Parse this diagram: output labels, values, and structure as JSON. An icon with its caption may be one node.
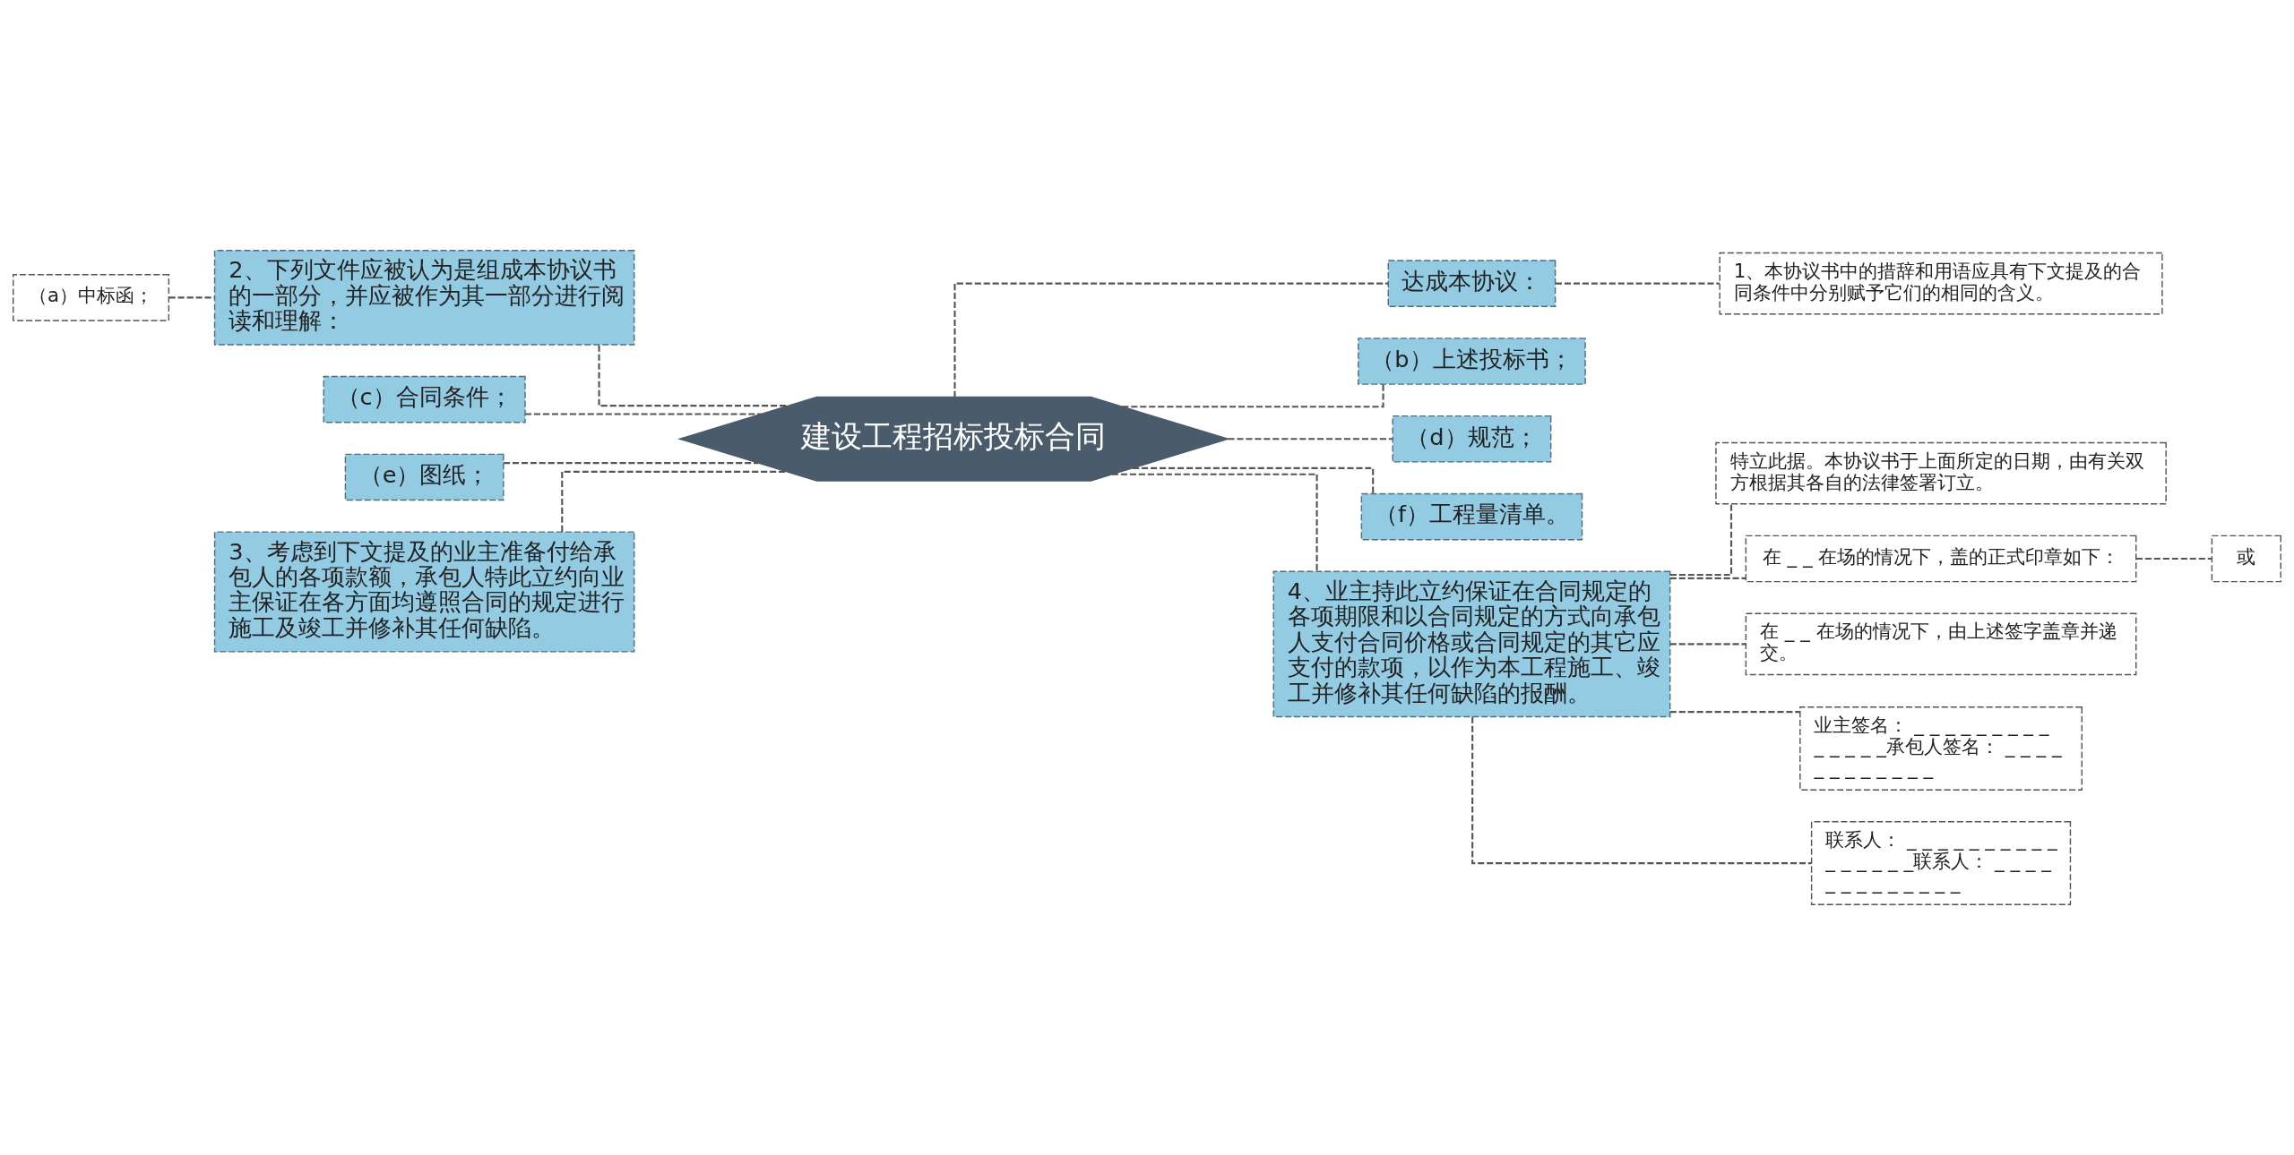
{
  "diagram": {
    "nodes": [
      {
        "text": [
          "建设工程招标投标合同"
        ]
      },
      {
        "text": [
          "2、下列文件应被认为是组成本协议书的一部分，并应被作为其一部分进行阅读和理解："
        ]
      },
      {
        "text": [
          "（a）中标函；"
        ]
      },
      {
        "text": [
          "（c）合同条件；"
        ]
      },
      {
        "text": [
          "（e）图纸；"
        ]
      },
      {
        "text": [
          "3、考虑到下文提及的业主准备付给承包人的各项款额，承包人特此立约向业主保证在各方面均遵照合同的规定进行施工及竣工并修补其任何缺陷。"
        ]
      },
      {
        "text": [
          "达成本协议："
        ]
      },
      {
        "text": [
          "1、本协议书中的措辞和用语应具有下文提及的合同条件中分别赋予它们的相同的含义。"
        ]
      },
      {
        "text": [
          "（b）上述投标书；"
        ]
      },
      {
        "text": [
          "（d）规范；"
        ]
      },
      {
        "text": [
          "（f）工程量清单。"
        ]
      },
      {
        "text": [
          "4、业主持此立约保证在合同规定的各项期限和以合同规定的方式向承包人支付合同价格或合同规定的其它应支付的款项，以作为本工程施工、竣工并修补其任何缺陷的报酬。"
        ]
      },
      {
        "text": [
          "特立此据。本协议书于上面所定的日期，由有关双方根据其各自的法律签署订立。"
        ]
      },
      {
        "text": [
          "在 _ _ 在场的情况下，盖的正式印章如下："
        ]
      },
      {
        "text": [
          "或"
        ]
      },
      {
        "text": [
          "在 _ _ 在场的情况下，由上述签字盖章并递交。"
        ]
      },
      {
        "text": [
          "业主签名： _ _ _ _ _ _ _ _ _ _ _ _ _ _承包人签名： _ _ _ _ _ _ _ _ _ _ _ _"
        ]
      },
      {
        "text": [
          "联系人： _ _ _ _ _ _ _ _ _ _ _ _ _ _ _ _联系人： _ _ _ _ _ _ _ _ _ _ _ _ _"
        ]
      }
    ],
    "edges": [
      {
        "from": 0,
        "to": 1,
        "arrow": "none"
      },
      {
        "from": 1,
        "to": 2,
        "arrow": "none"
      },
      {
        "from": 0,
        "to": 3,
        "arrow": "none"
      },
      {
        "from": 0,
        "to": 4,
        "arrow": "none"
      },
      {
        "from": 0,
        "to": 5,
        "arrow": "none"
      },
      {
        "from": 0,
        "to": 6,
        "arrow": "none"
      },
      {
        "from": 6,
        "to": 7,
        "arrow": "none"
      },
      {
        "from": 0,
        "to": 8,
        "arrow": "none"
      },
      {
        "from": 0,
        "to": 9,
        "arrow": "none"
      },
      {
        "from": 0,
        "to": 10,
        "arrow": "none"
      },
      {
        "from": 0,
        "to": 11,
        "arrow": "none"
      },
      {
        "from": 11,
        "to": 12,
        "arrow": "none"
      },
      {
        "from": 11,
        "to": 13,
        "arrow": "none"
      },
      {
        "from": 13,
        "to": 14,
        "arrow": "none"
      },
      {
        "from": 11,
        "to": 15,
        "arrow": "none"
      },
      {
        "from": 11,
        "to": 16,
        "arrow": "none"
      },
      {
        "from": 11,
        "to": 17,
        "arrow": "none"
      }
    ]
  }
}
